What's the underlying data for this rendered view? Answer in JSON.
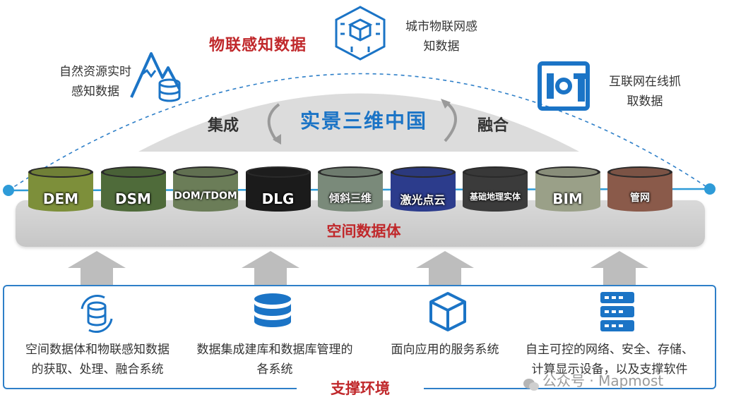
{
  "top": {
    "iot_title": "物联感知数据",
    "left_caption": [
      "自然资源实时",
      "感知数据"
    ],
    "center_caption": [
      "城市物联网感",
      "知数据"
    ],
    "right_caption": [
      "互联网在线抓",
      "取数据"
    ]
  },
  "dome": {
    "title": "实景三维中国",
    "left": "集成",
    "right": "融合"
  },
  "data_types": [
    {
      "label": "DEM",
      "color": "#7d8f3a"
    },
    {
      "label": "DSM",
      "color": "#4f6b3a"
    },
    {
      "label": "DOM/TDOM",
      "color": "#6b7d58"
    },
    {
      "label": "DLG",
      "color": "#1b1b1b"
    },
    {
      "label": "倾斜三维",
      "color": "#7a8a7a"
    },
    {
      "label": "激光点云",
      "color": "#2c3c8c"
    },
    {
      "label": "基础地理实体",
      "color": "#3b3b3b"
    },
    {
      "label": "BIM",
      "color": "#9aa088"
    },
    {
      "label": "管网",
      "color": "#8a5a4a"
    }
  ],
  "platform_label": "空间数据体",
  "support": {
    "label": "支撑环境",
    "items": [
      {
        "icon": "database-sync-icon",
        "lines": [
          "空间数据体和物联感知数据",
          "的获取、处理、融合系统"
        ]
      },
      {
        "icon": "database-icon",
        "lines": [
          "数据集成建库和数据库管理的",
          "各系统"
        ]
      },
      {
        "icon": "cube-icon",
        "lines": [
          "面向应用的服务系统"
        ]
      },
      {
        "icon": "server-icon",
        "lines": [
          "自主可控的网络、安全、存储、",
          "计算显示设备，以及支撑软件"
        ]
      }
    ]
  },
  "watermark": "公众号 · Mapmost",
  "colors": {
    "red": "#c0282b",
    "blue": "#1b74c6",
    "line": "#2e7fc8",
    "grey": "#c8c8c8"
  }
}
